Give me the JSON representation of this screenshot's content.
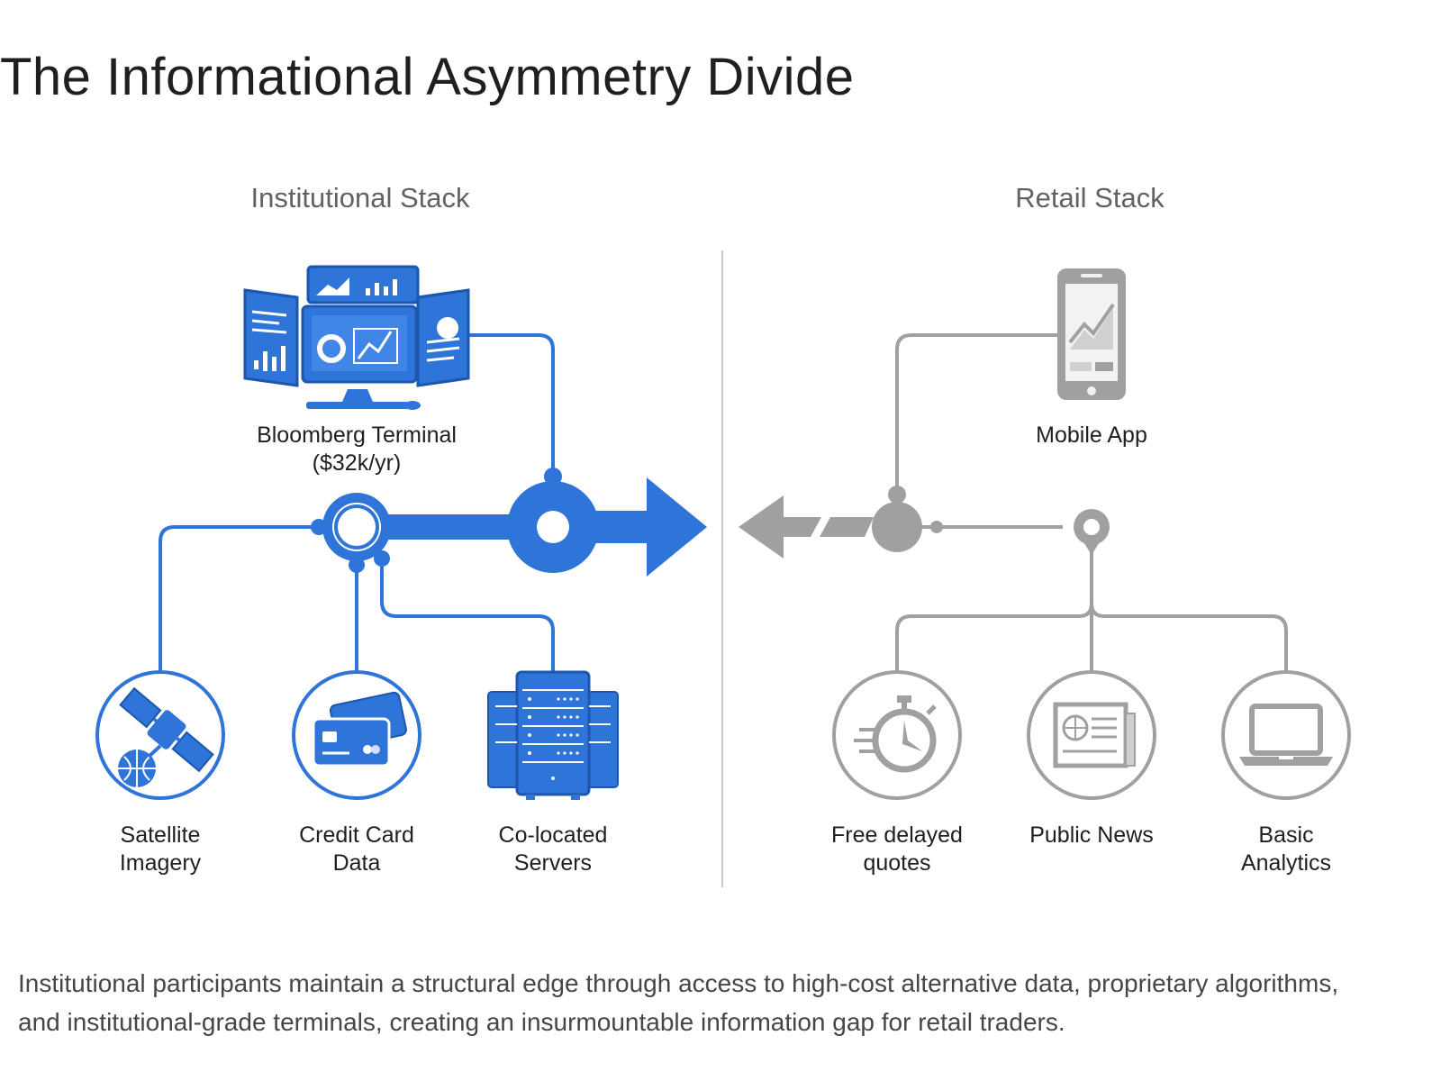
{
  "title": "The Informational Asymmetry Divide",
  "colors": {
    "institutional": "#2f74d8",
    "retail": "#a0a0a0",
    "divider": "#c8c8c8"
  },
  "institutional": {
    "heading": "Institutional Stack",
    "terminal": {
      "line1": "Bloomberg Terminal",
      "line2": "($32k/yr)",
      "icon": "multi-monitor-terminal-icon"
    },
    "sources": [
      {
        "line1": "Satellite",
        "line2": "Imagery",
        "icon": "satellite-icon"
      },
      {
        "line1": "Credit Card",
        "line2": "Data",
        "icon": "credit-card-icon"
      },
      {
        "line1": "Co-located",
        "line2": "Servers",
        "icon": "server-rack-icon"
      }
    ]
  },
  "retail": {
    "heading": "Retail Stack",
    "app": {
      "line1": "Mobile App",
      "icon": "smartphone-icon"
    },
    "sources": [
      {
        "line1": "Free delayed",
        "line2": "quotes",
        "icon": "stopwatch-icon"
      },
      {
        "line1": "Public News",
        "line2": "",
        "icon": "newspaper-icon"
      },
      {
        "line1": "Basic",
        "line2": "Analytics",
        "icon": "laptop-icon"
      }
    ]
  },
  "caption": "Institutional participants maintain a structural edge through access to high-cost alternative data, proprietary algorithms, and institutional-grade terminals, creating an insurmountable information gap for retail traders."
}
